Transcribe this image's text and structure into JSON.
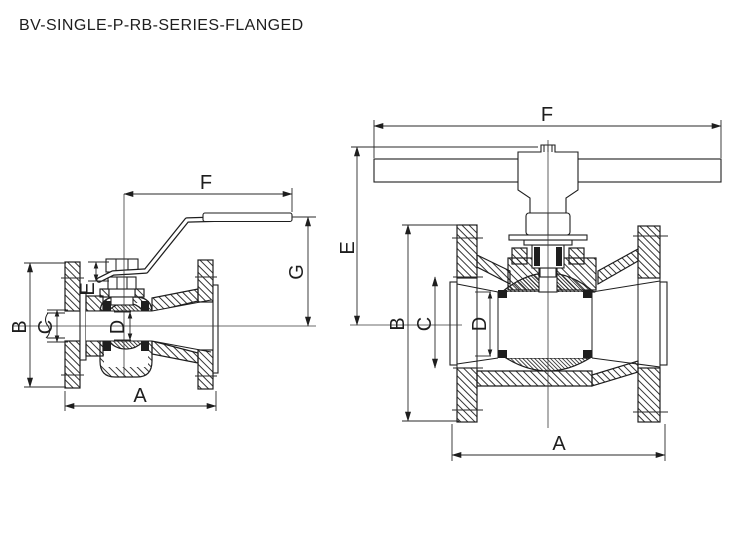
{
  "title": {
    "text": "BV-SINGLE-P-RB-SERIES-FLANGED"
  },
  "drawing": {
    "type": "technical-drawing",
    "subject": "flanged ball valve, two sectional views",
    "line_color": "#1e1e1e",
    "background": "#ffffff",
    "views": [
      {
        "id": "side-view",
        "dimension_labels": {
          "A": "A",
          "B": "B",
          "C": "C",
          "D": "D",
          "E": "E",
          "F": "F",
          "G": "G"
        }
      },
      {
        "id": "front-view",
        "dimension_labels": {
          "A": "A",
          "B": "B",
          "C": "C",
          "D": "D",
          "E": "E",
          "F": "F"
        }
      }
    ]
  }
}
